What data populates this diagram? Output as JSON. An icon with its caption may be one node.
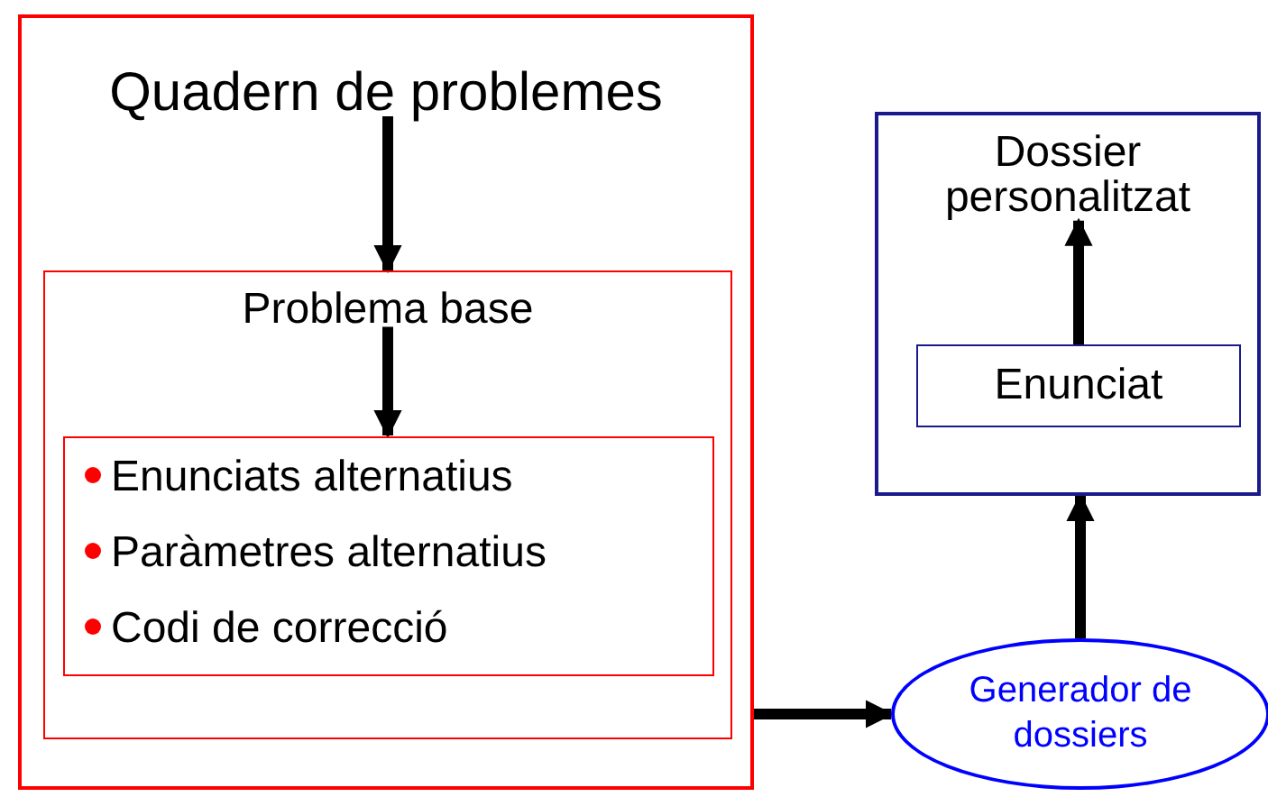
{
  "diagram": {
    "nodes": [
      {
        "text": [
          "Quadern de problemes"
        ]
      },
      {
        "text": [
          "Problema base"
        ],
        "in": 0
      },
      {
        "text": [
          "Enunciats alternatius",
          "Paràmetres alternatius",
          "Codi de correcció"
        ],
        "in": 1
      },
      {
        "text": [
          "Dossier personalitzat"
        ]
      },
      {
        "text": [
          "Enunciat"
        ],
        "in": 3
      },
      {
        "text": [
          "Generador de dossiers"
        ]
      }
    ],
    "edges": [
      {
        "from": 0,
        "to": 1,
        "arrow": "to"
      },
      {
        "from": 1,
        "to": 2,
        "arrow": "to"
      },
      {
        "from": 0,
        "to": 5,
        "arrow": "to"
      },
      {
        "from": 5,
        "to": 3,
        "arrow": "to"
      },
      {
        "from": 4,
        "to": 3,
        "arrow": "to"
      }
    ]
  }
}
